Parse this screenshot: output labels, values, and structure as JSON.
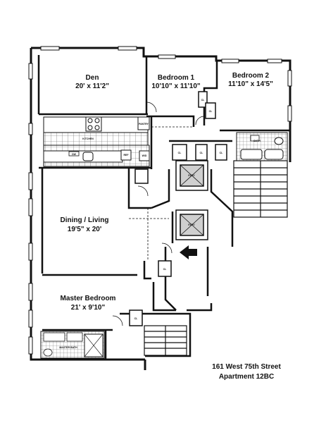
{
  "rooms": {
    "den": {
      "name": "Den",
      "dims": "20' x 11'2\""
    },
    "bedroom1": {
      "name": "Bedroom 1",
      "dims": "10'10\" x 11'10\""
    },
    "bedroom2": {
      "name": "Bedroom 2",
      "dims": "11'10\" x 14'5\""
    },
    "dining_living": {
      "name": "Dining / Living",
      "dims": "19'5\" x 20'"
    },
    "master_bedroom": {
      "name": "Master Bedroom",
      "dims": "21' x 9'10\""
    }
  },
  "small_labels": {
    "kitchen": "KITCHEN",
    "pantry": "PANTRY",
    "bath": "BATH",
    "master_bath": "MASTER BATH",
    "closet": "CL",
    "elevator": "ELEV",
    "dw": "DW",
    "ref": "REF",
    "wd": "W/D"
  },
  "address": {
    "line1": "161 West 75th Street",
    "line2": "Apartment 12BC"
  },
  "colors": {
    "wall": "#111111",
    "wall_fill": "#d9d9d9",
    "arrow": "#111111"
  }
}
